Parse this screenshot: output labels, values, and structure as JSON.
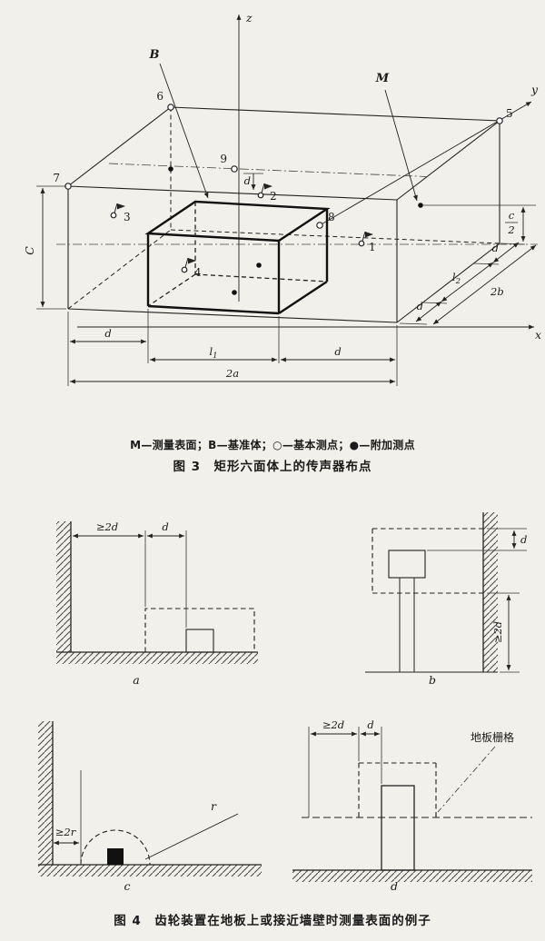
{
  "figure3": {
    "axis": {
      "x": "x",
      "y": "y",
      "z": "z"
    },
    "labels": {
      "B": "B",
      "M": "M",
      "C": "C",
      "d": "d",
      "twoA": "2a",
      "twoB": "2b",
      "l1": {
        "base": "l",
        "sub": "1"
      },
      "l2": {
        "base": "l",
        "sub": "2"
      },
      "cHalf": {
        "num": "c",
        "den": "2"
      }
    },
    "points": {
      "p1": "1",
      "p2": "2",
      "p3": "3",
      "p4": "4",
      "p5": "5",
      "p6": "6",
      "p7": "7",
      "p8": "8",
      "p9": "9"
    },
    "legend": "M—测量表面；B—基准体；○—基本测点；●—附加测点",
    "caption": "图 3　矩形六面体上的传声器布点"
  },
  "figure4": {
    "caption": "图 4　齿轮装置在地板上或接近墙壁时测量表面的例子",
    "panelA": {
      "label": "a",
      "dimWall": "≥2d",
      "dimD": "d"
    },
    "panelB": {
      "label": "b",
      "dimD": "d",
      "dimFloor": "≥2d"
    },
    "panelC": {
      "label": "c",
      "dimWall": "≥2r",
      "dimR": "r"
    },
    "panelD": {
      "label": "d",
      "dimWall": "≥2d",
      "dimD": "d",
      "grating": "地板栅格"
    }
  }
}
